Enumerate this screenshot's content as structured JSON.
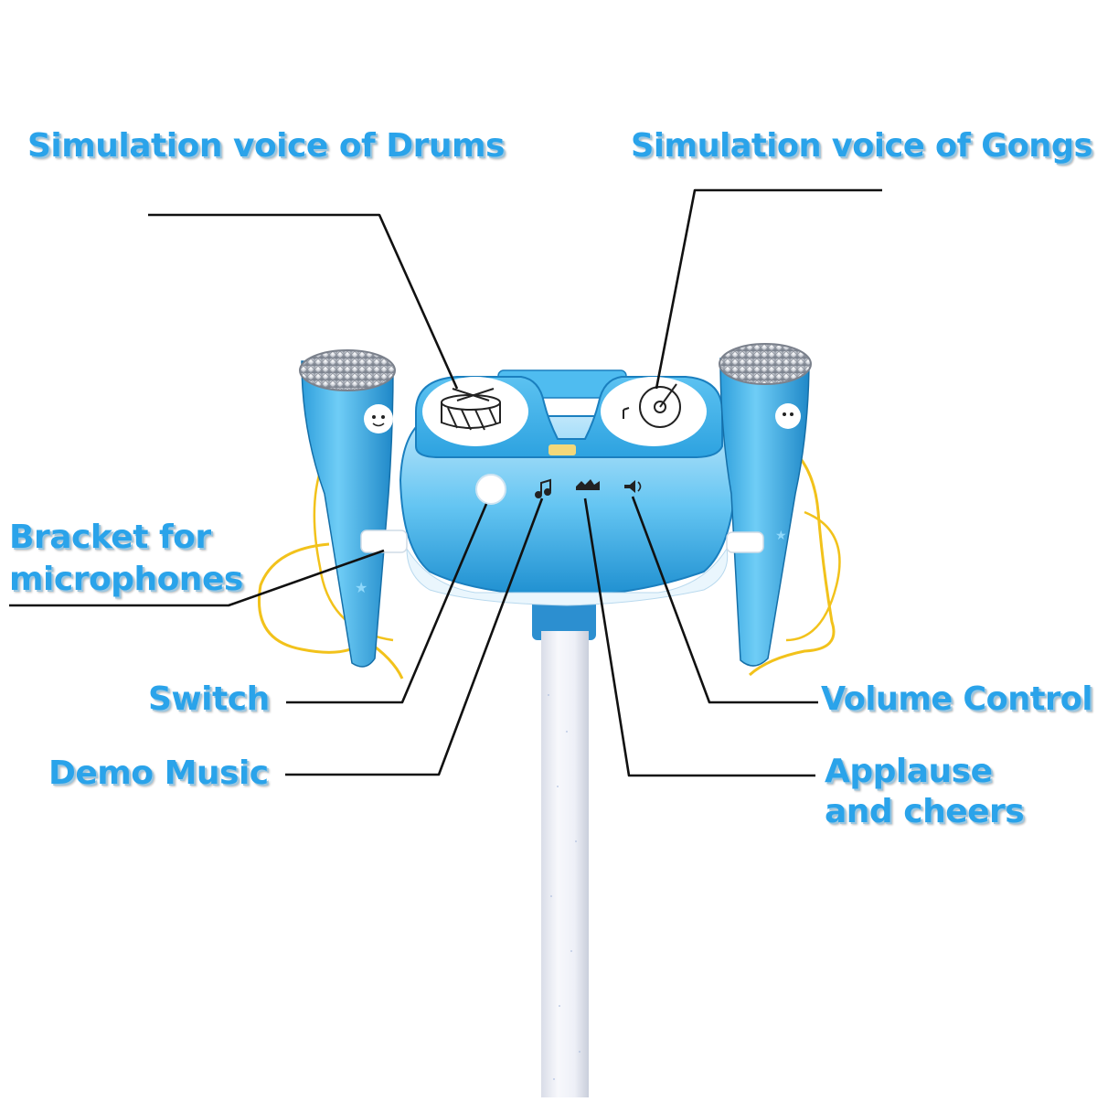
{
  "labels": {
    "drums": "Simulation voice of Drums",
    "gongs": "Simulation voice of Gongs",
    "bracket_line1": "Bracket for",
    "bracket_line2": "microphones",
    "switch": "Switch",
    "demo_music": "Demo Music",
    "volume_control": "Volume Control",
    "applause_line1": "Applause",
    "applause_line2": "and cheers"
  },
  "colors": {
    "callout_text": "#2aa3ea",
    "toy_blue": "#49b9ee",
    "toy_blue_dark": "#1e8fd0",
    "cable_yellow": "#f2c21b",
    "pole": "#f2f4fa",
    "leader_line": "#111111"
  },
  "icons": [
    "drum-icon",
    "gong-icon",
    "music-note-icon",
    "applause-icon",
    "volume-icon",
    "star-icon",
    "girl-face-icon"
  ]
}
